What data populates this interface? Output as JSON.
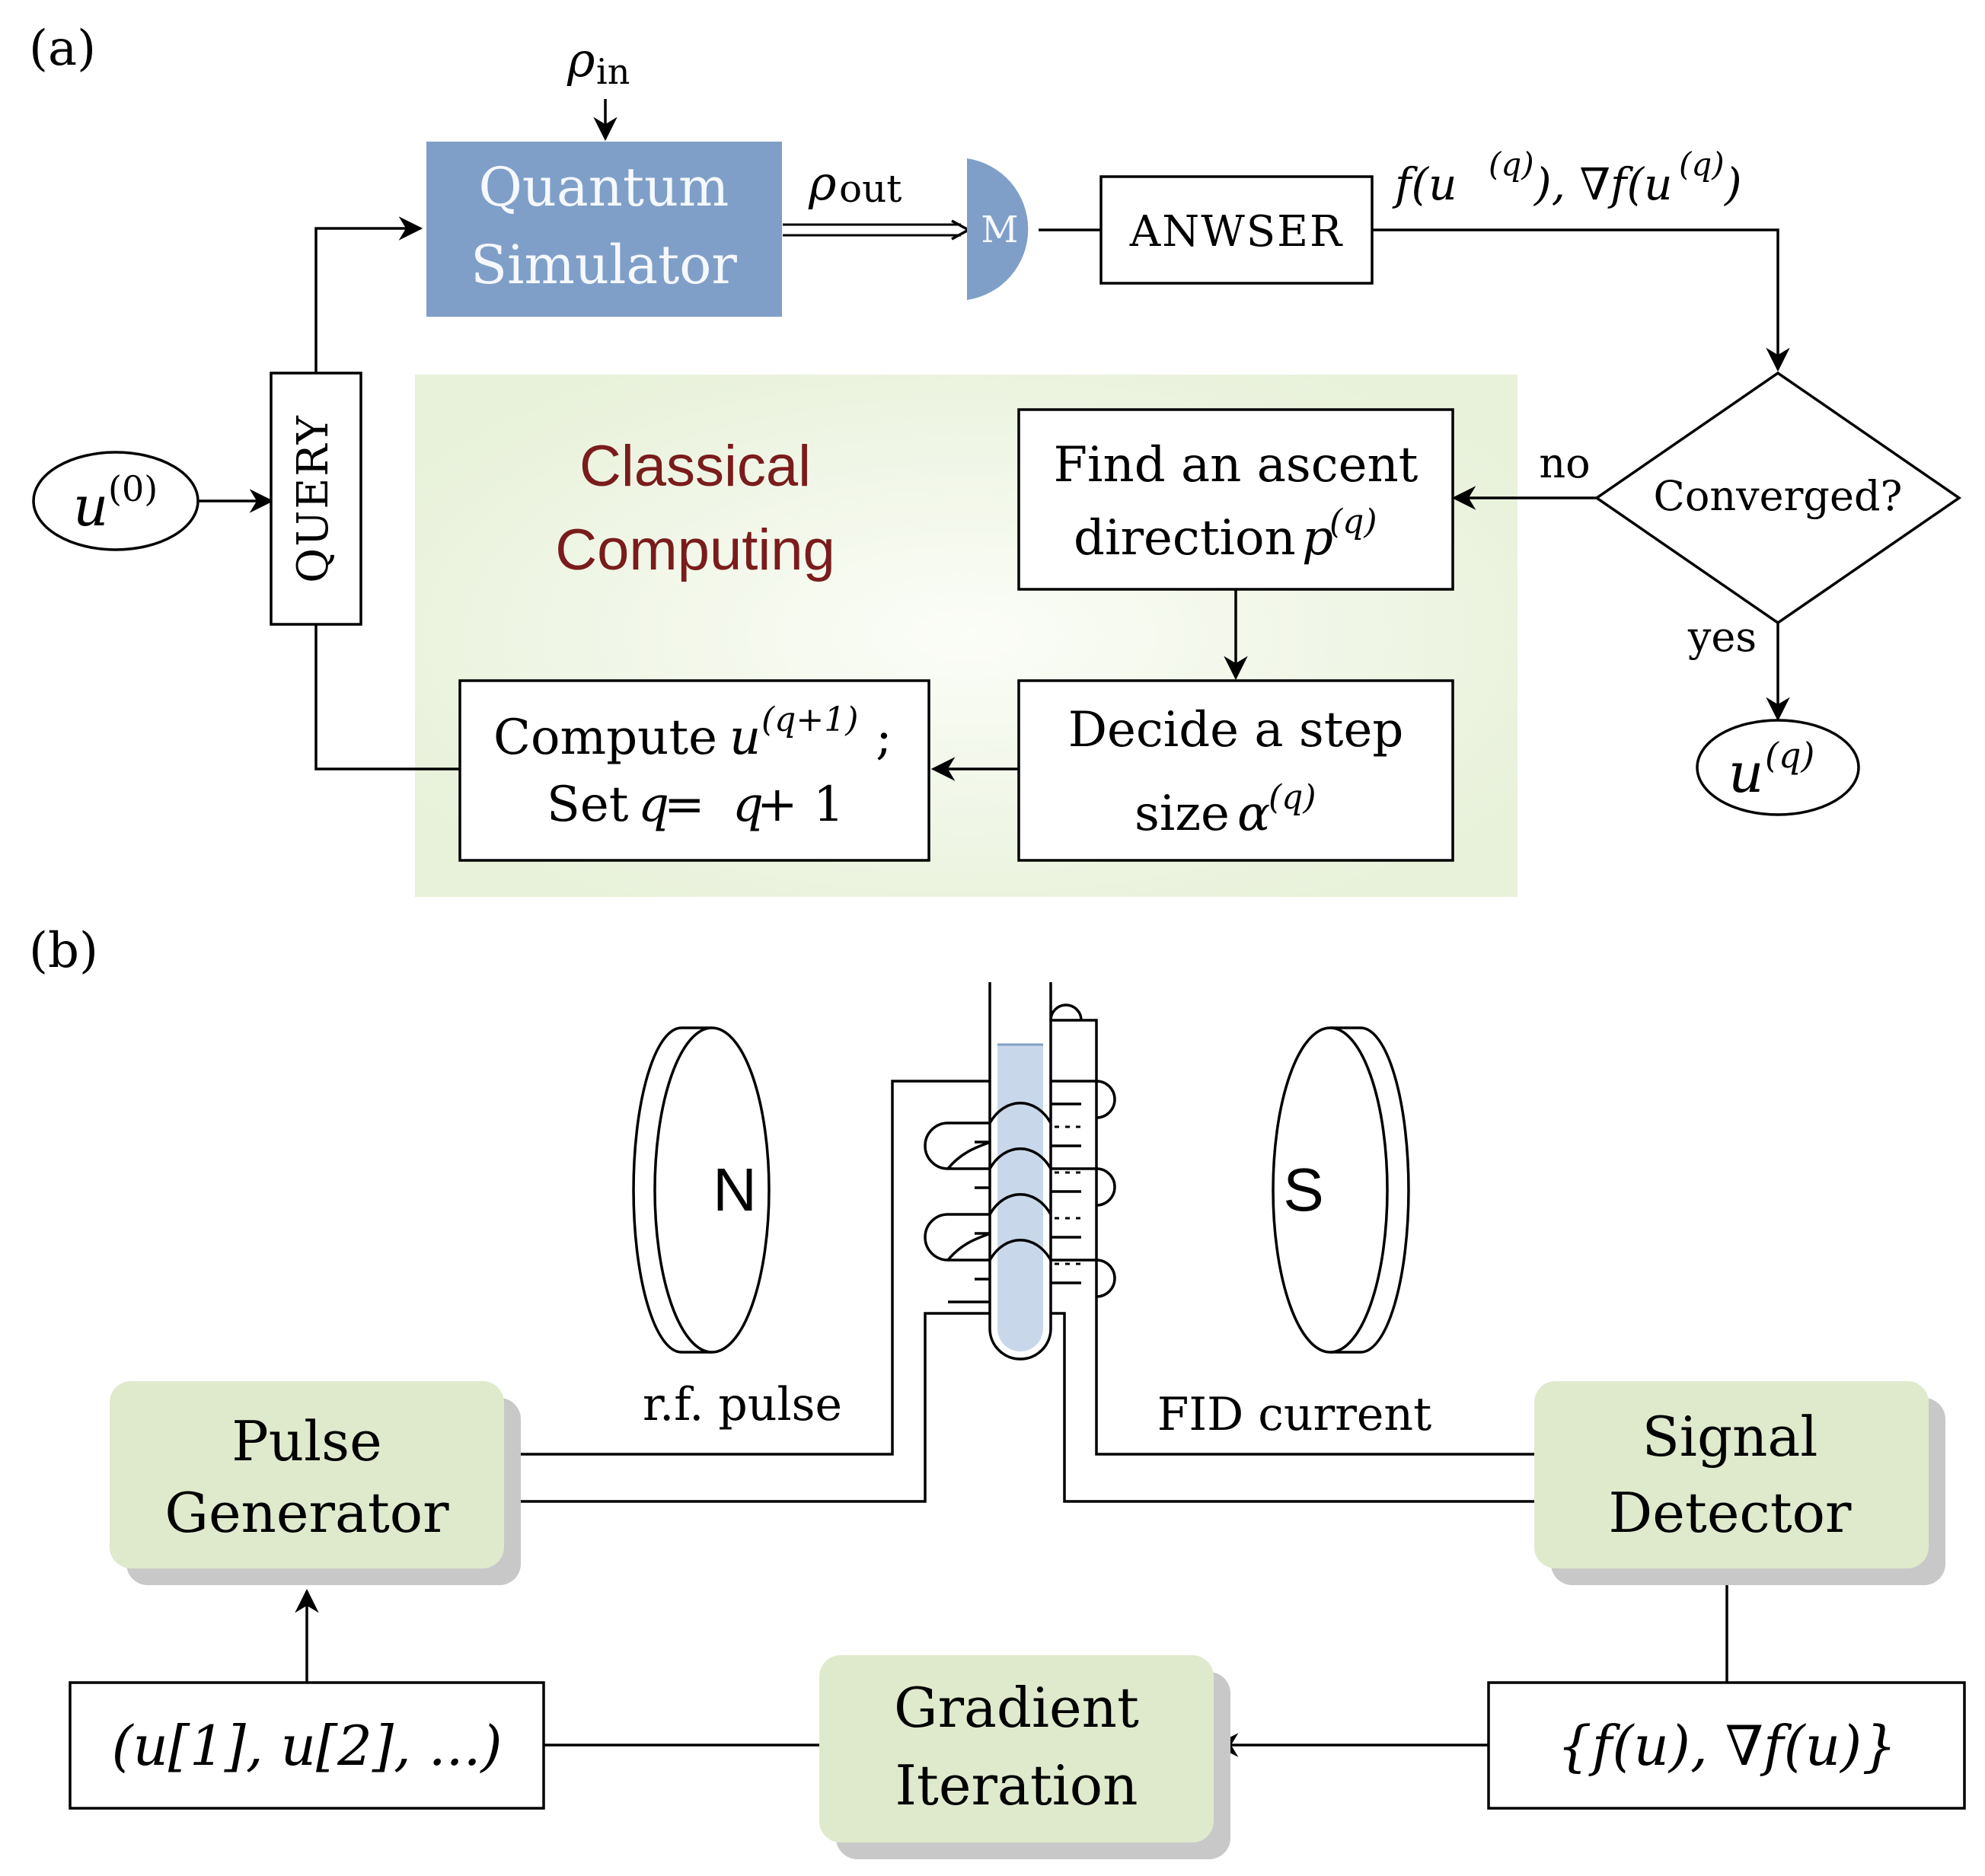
{
  "panel_a": {
    "label": "(a)",
    "rho_in": "ρ",
    "rho_in_sub": "in",
    "quantum_simulator_line1": "Quantum",
    "quantum_simulator_line2": "Simulator",
    "rho_out": "ρ",
    "rho_out_sub": "out",
    "measure": "M",
    "answer_box": "ANWSER",
    "answer_output_f": "f(u",
    "answer_output_q": "(q)",
    "answer_output_mid": "), ∇f(u",
    "answer_output_q2": "(q)",
    "answer_output_end": ")",
    "query_box": "QUERY",
    "u0_base": "u",
    "u0_sup": "(0)",
    "classical_line1": "Classical",
    "classical_line2": "Computing",
    "ascent_line1": "Find an ascent",
    "ascent_line2": "direction ",
    "ascent_var": "p",
    "ascent_sup": "(q)",
    "step_line1": "Decide a step",
    "step_line2": "size ",
    "step_var": "α",
    "step_sup": "(q)",
    "compute_line1": "Compute ",
    "compute_var": "u",
    "compute_sup": "(q+1)",
    "compute_end": ";",
    "set_line": "Set ",
    "set_expr_a": "q",
    "set_expr_b": " = ",
    "set_expr_c": "q",
    "set_expr_d": " + 1",
    "converged": "Converged?",
    "no_label": "no",
    "yes_label": "yes",
    "uq_base": "u",
    "uq_sup": "(q)"
  },
  "panel_b": {
    "label": "(b)",
    "north": "N",
    "south": "S",
    "rf_pulse": "r.f. pulse",
    "fid_current": "FID current",
    "pulse_gen_line1": "Pulse",
    "pulse_gen_line2": "Generator",
    "signal_det_line1": "Signal",
    "signal_det_line2": "Detector",
    "gradient_line1": "Gradient",
    "gradient_line2": "Iteration",
    "controls": "(u[1], u[2], ...)",
    "feedback": "{f(u), ∇f(u)}"
  },
  "colors": {
    "quantum_fill": "#7f9fc8",
    "classical_bg": "#eef5e4",
    "classical_text": "#7a1c1c",
    "green_box": "#dfe9cc",
    "shadow": "#c8c8c8",
    "tube": "#c8d8ea"
  }
}
